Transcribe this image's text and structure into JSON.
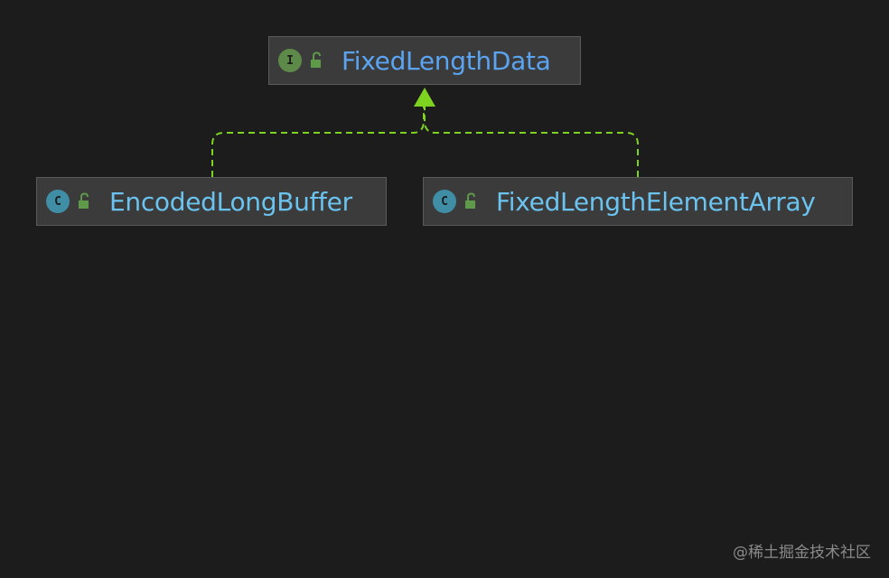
{
  "colors": {
    "background": "#1c1c1c",
    "node_fill": "#3b3b3b",
    "node_border": "#5a5a5a",
    "edge": "#7ed321",
    "interface_badge": "#5e8a49",
    "class_badge": "#3f8ea6",
    "interface_text": "#5aa4f2",
    "class_text": "#6bc3ef",
    "watermark": "#8a8a8a"
  },
  "nodes": [
    {
      "id": "fixedlengthdata",
      "kind": "interface",
      "badge_letter": "I",
      "label": "FixedLengthData",
      "badge_icon": "interface-icon",
      "visibility_icon": "unlocked-icon"
    },
    {
      "id": "encodedlongbuffer",
      "kind": "class",
      "badge_letter": "C",
      "label": "EncodedLongBuffer",
      "badge_icon": "class-icon",
      "visibility_icon": "unlocked-icon"
    },
    {
      "id": "fixedlengthelementarray",
      "kind": "class",
      "badge_letter": "C",
      "label": "FixedLengthElementArray",
      "badge_icon": "class-icon",
      "visibility_icon": "unlocked-icon"
    }
  ],
  "edges": [
    {
      "from": "encodedlongbuffer",
      "to": "fixedlengthdata",
      "type": "implements",
      "style": "dashed"
    },
    {
      "from": "fixedlengthelementarray",
      "to": "fixedlengthdata",
      "type": "implements",
      "style": "dashed"
    }
  ],
  "watermark": "@稀土掘金技术社区"
}
